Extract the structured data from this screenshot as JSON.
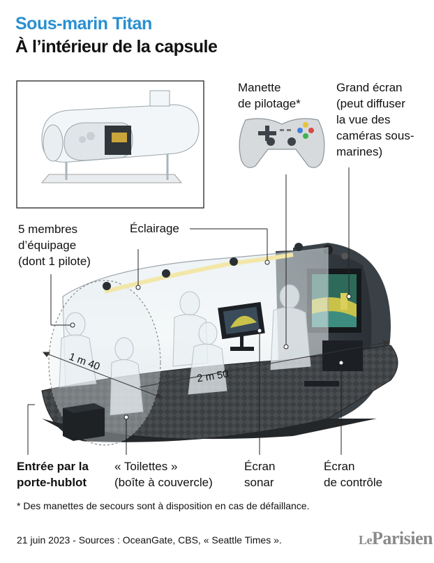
{
  "header": {
    "title": "Sous-marin Titan",
    "subtitle": "À l’intérieur de la capsule"
  },
  "labels": {
    "manette": [
      "Manette",
      "de pilotage*"
    ],
    "grand_ecran": [
      "Grand écran",
      "(peut diffuser",
      "la vue des",
      "caméras sous-",
      "marines)"
    ],
    "membres": [
      "5 membres",
      "d’équipage",
      "(dont 1 pilote)"
    ],
    "eclairage": "Éclairage",
    "entree": [
      "Entrée par la",
      "porte-hublot"
    ],
    "toilettes": [
      "« Toilettes »",
      "(boîte à couvercle)"
    ],
    "ecran_sonar": [
      "Écran",
      "sonar"
    ],
    "ecran_controle": [
      "Écran",
      "de contrôle"
    ]
  },
  "dimensions": {
    "diameter": "1 m 40",
    "length": "2 m 50"
  },
  "footnote": "* Des manettes de secours sont à disposition en cas de défaillance.",
  "source": "21 juin 2023 - Sources : OceanGate, CBS, « Seattle Times ».",
  "logo": {
    "prefix": "Le",
    "name": "Parisien"
  },
  "colors": {
    "accent": "#2a8fd0",
    "text": "#111111"
  }
}
